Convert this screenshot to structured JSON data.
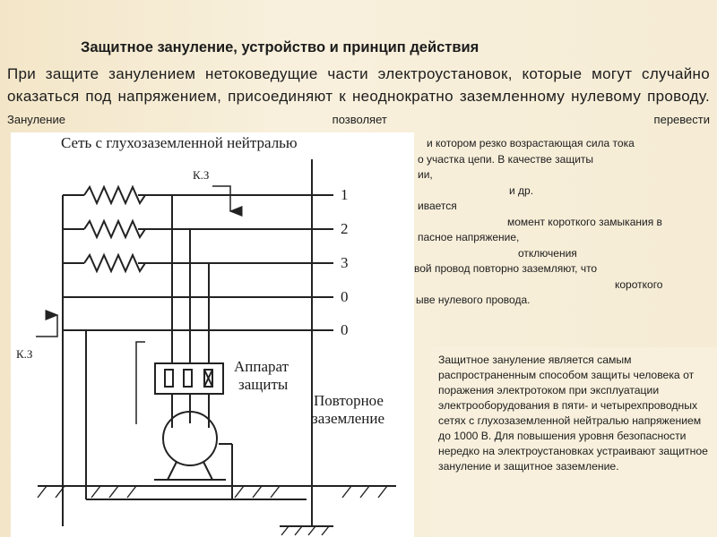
{
  "slide": {
    "title": "Защитное зануление, устройство и принцип действия",
    "paragraph_main": "При защите занулением нетоковедущие части электроустановок, которые могут случайно оказаться под напряжением, присоединяют к неоднократно заземленному нулевому проводу.",
    "paragraph_small": "Зануление позволяет перевести",
    "overflow_lines": [
      "и котором резко возрастающая сила тока",
      "о участка цепи. В качестве защиты",
      "ии,",
      "и др.",
      "ивается",
      "момент короткого замыкания в",
      "пасное напряжение,",
      "отключения",
      "вой провод повторно заземляют, что",
      "короткого",
      "ыве нулевого провода."
    ],
    "note": "Защитное зануление является самым распространенным способом защиты человека от поражения электротоком при эксплуатации электрооборудования в пяти- и четырехпроводных сетях с глухозаземленной нейтралью напряжением до 1000 В. Для повышения уровня безопасности нередко на электроустановках устраивают защитное зануление и защитное заземление."
  },
  "figure": {
    "caption": "Сеть с глухозаземленной нейтралью",
    "line_labels": [
      "1",
      "2",
      "3",
      "0",
      "0"
    ],
    "kz_top": "К.З",
    "kz_left": "К.З",
    "device_label_1": "Аппарат",
    "device_label_2": "защиты",
    "reground_label_1": "Повторное",
    "reground_label_2": "заземление"
  },
  "colors": {
    "background": "#f7eed8",
    "figure_background": "#ffffff",
    "text": "#1c1c1c"
  }
}
